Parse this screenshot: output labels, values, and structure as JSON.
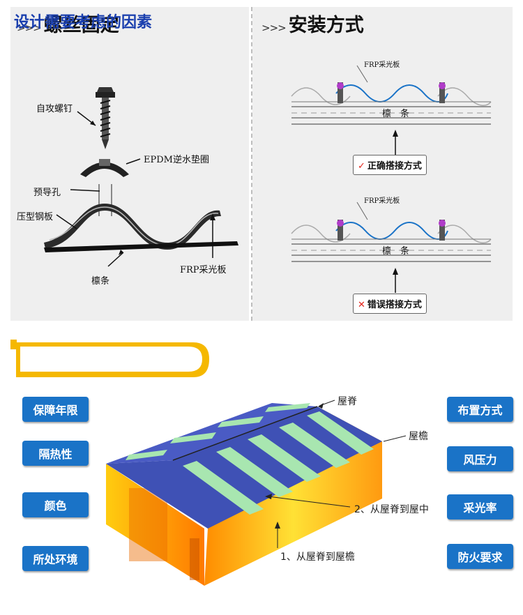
{
  "screw_section": {
    "arrows": ">>>",
    "title": "螺丝固定",
    "labels": {
      "self_tapping_screw": "自攻螺钉",
      "epdm_washer": "EPDM逆水垫圈",
      "pilot_hole": "预导孔",
      "steel_sheet": "压型钢板",
      "purlin": "檩条",
      "frp_panel": "FRP采光板"
    }
  },
  "install_section": {
    "arrows": ">>>",
    "title": "安装方式",
    "correct": {
      "frp_label": "FRP采光板",
      "purlin_label": "檩　条",
      "tag": "正确搭接方式",
      "mark": "✓"
    },
    "wrong": {
      "frp_label": "FRP采光板",
      "purlin_label": "檩　条",
      "tag": "错误搭接方式",
      "mark": "✕"
    }
  },
  "design_section": {
    "title": "设计需要考虑的因素",
    "left_factors": [
      "保障年限",
      "隔热性",
      "颜色",
      "所处环境"
    ],
    "right_factors": [
      "布置方式",
      "风压力",
      "采光率",
      "防火要求"
    ],
    "annotations": {
      "ridge": "屋脊",
      "eave": "屋檐",
      "ridge_to_middle": "2、从屋脊到屋中",
      "ridge_to_eave": "1、从屋脊到屋檐"
    }
  },
  "colors": {
    "accent_yellow": "#f5b800",
    "button_blue": "#1a73c7",
    "roof_blue": "#3f51b5",
    "skylight_green": "#a8e6b0",
    "wall_yellow": "#ffd21a"
  }
}
